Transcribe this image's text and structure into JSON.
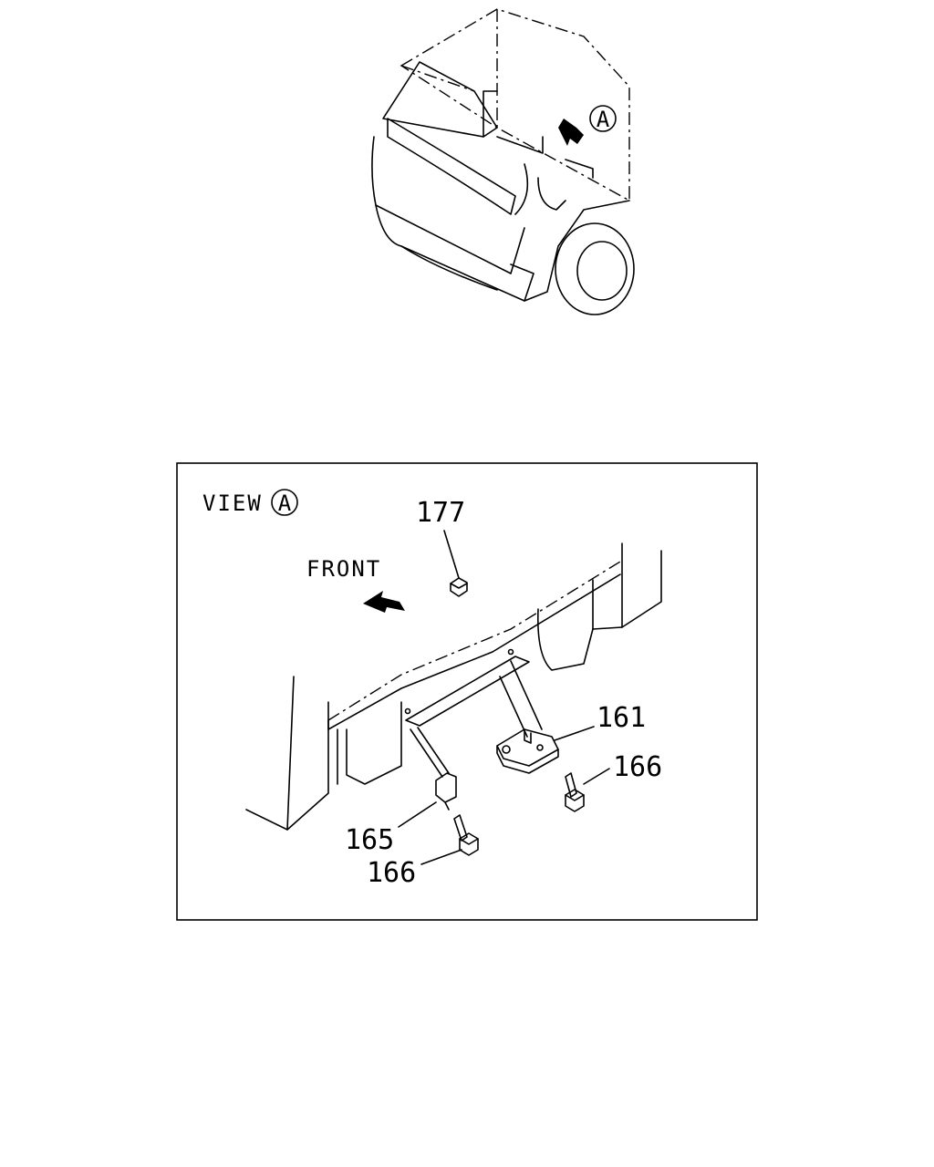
{
  "overview": {
    "view_marker": "A"
  },
  "detail": {
    "view_text": "VIEW",
    "view_marker": "A",
    "front_text": "FRONT",
    "callouts": [
      {
        "id": "c177",
        "text": "177"
      },
      {
        "id": "c161",
        "text": "161"
      },
      {
        "id": "c166a",
        "text": "166"
      },
      {
        "id": "c165",
        "text": "165"
      },
      {
        "id": "c166b",
        "text": "166"
      }
    ]
  }
}
